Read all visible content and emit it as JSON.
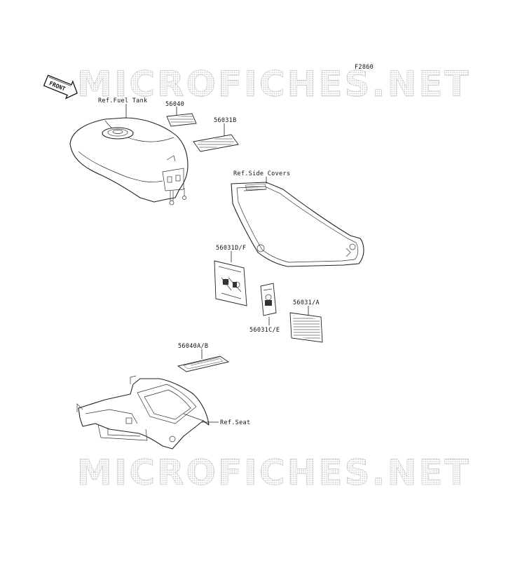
{
  "diagram": {
    "code": "F2860",
    "front_badge": "FRONT",
    "watermark": "MICROFICHES.NET",
    "labels": {
      "fuel_tank": "Ref.Fuel Tank",
      "p56040": "56040",
      "p56031b": "56031B",
      "side_covers": "Ref.Side Covers",
      "p56031df": "56031D/F",
      "p56031a": "56031/A",
      "p56031ce": "56031C/E",
      "p56040ab": "56040A/B",
      "seat": "Ref.Seat"
    }
  }
}
